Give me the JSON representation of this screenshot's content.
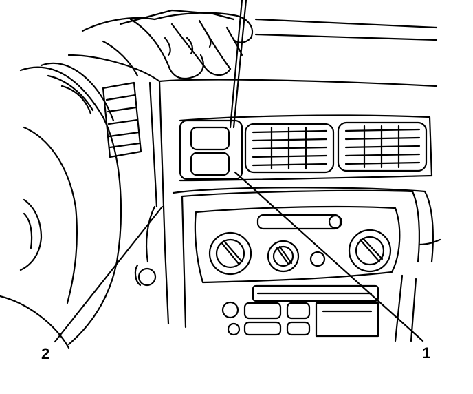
{
  "diagram": {
    "subject": "dash-panel-service-illustration",
    "callouts": [
      {
        "id": "1",
        "label": "1"
      },
      {
        "id": "2",
        "label": "2"
      }
    ],
    "colors": {
      "ink": "#000000",
      "paper": "#ffffff"
    }
  }
}
